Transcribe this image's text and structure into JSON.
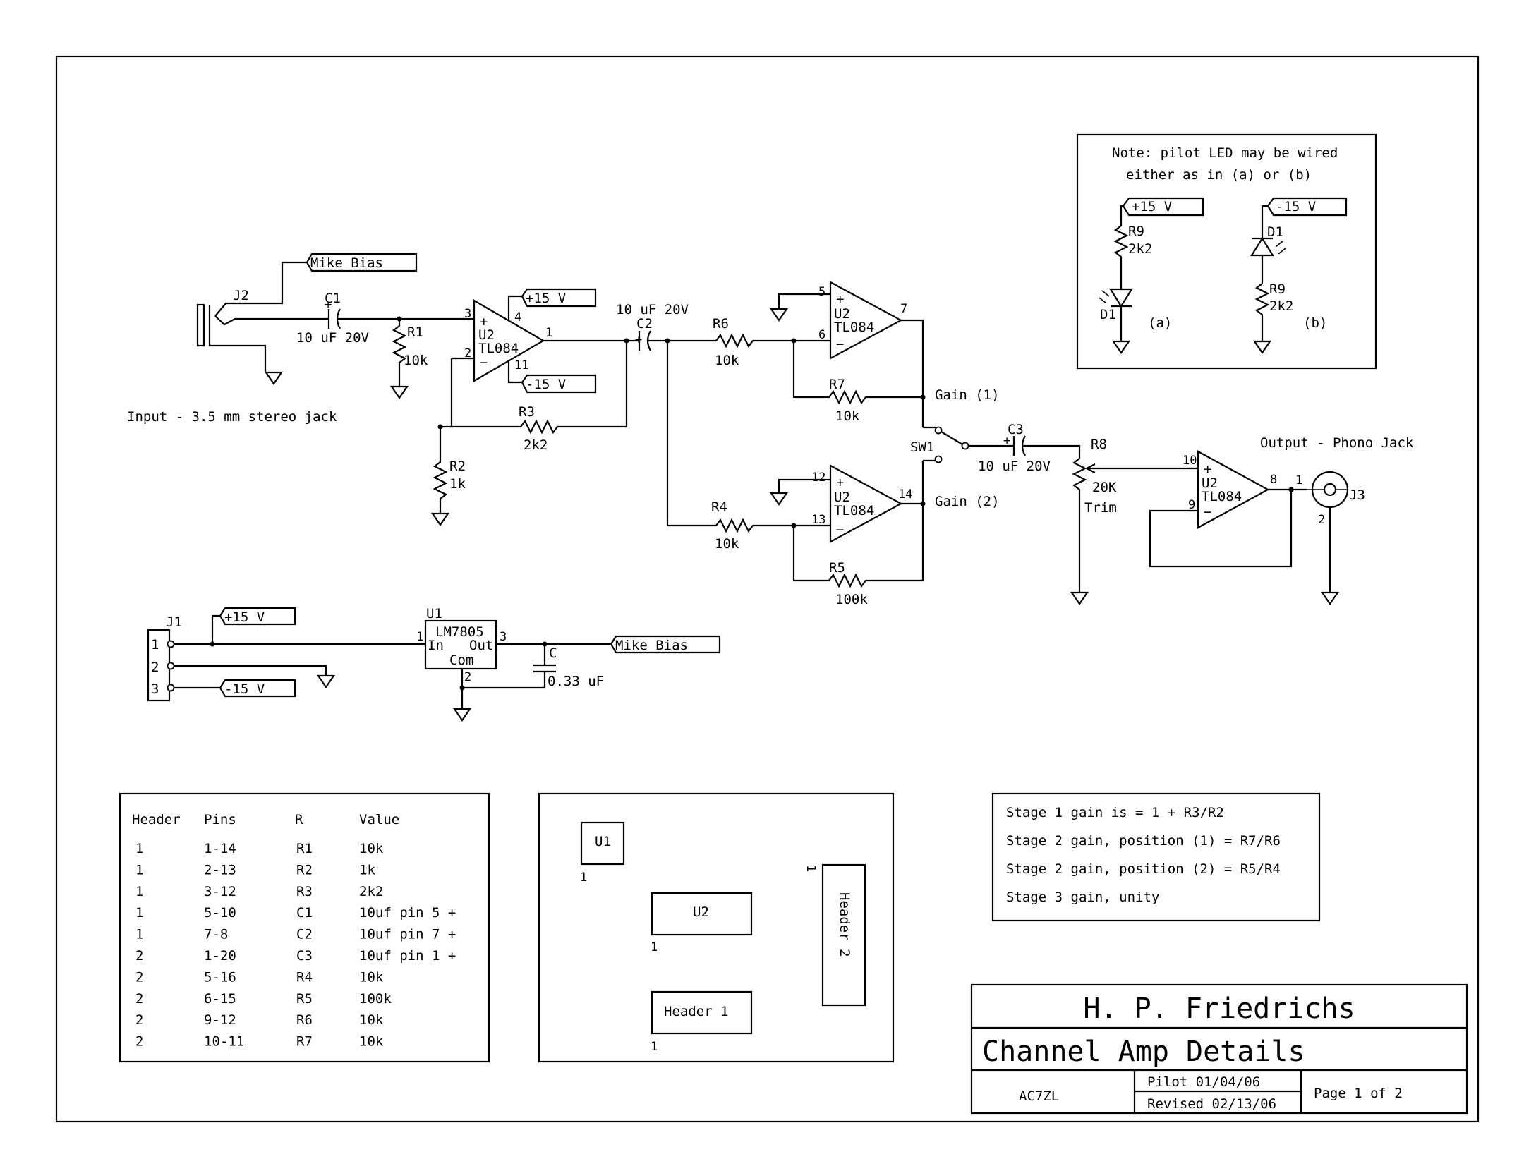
{
  "input": {
    "connector": "J2",
    "caption": "Input - 3.5 mm stereo jack",
    "mike_bias_label": "Mike Bias"
  },
  "components": {
    "C1": {
      "ref": "C1",
      "value": "10 uF 20V"
    },
    "C2": {
      "ref": "C2",
      "value": "10 uF 20V"
    },
    "C3": {
      "ref": "C3",
      "value": "10 uF 20V"
    },
    "C": {
      "ref": "C",
      "value": "0.33 uF"
    },
    "R1": {
      "ref": "R1",
      "value": "10k"
    },
    "R2": {
      "ref": "R2",
      "value": "1k"
    },
    "R3": {
      "ref": "R3",
      "value": "2k2"
    },
    "R4": {
      "ref": "R4",
      "value": "10k"
    },
    "R5": {
      "ref": "R5",
      "value": "100k"
    },
    "R6": {
      "ref": "R6",
      "value": "10k"
    },
    "R7": {
      "ref": "R7",
      "value": "10k"
    },
    "R8": {
      "ref": "R8",
      "value": "20K",
      "note": "Trim"
    },
    "SW1": {
      "ref": "SW1",
      "pos1": "Gain (1)",
      "pos2": "Gain (2)"
    },
    "U1": {
      "ref": "U1",
      "part": "LM7805",
      "in": "In",
      "out": "Out",
      "com": "Com",
      "pin_in": "1",
      "pin_out": "3",
      "pin_com": "2"
    },
    "U2": {
      "ref": "U2",
      "part": "TL084"
    }
  },
  "opamps": {
    "a": {
      "pin_p": "3",
      "pin_n": "2",
      "pin_out": "1",
      "pin_vp": "4",
      "pin_vn": "11"
    },
    "b": {
      "pin_p": "5",
      "pin_n": "6",
      "pin_out": "7"
    },
    "c": {
      "pin_p": "12",
      "pin_n": "13",
      "pin_out": "14"
    },
    "d": {
      "pin_p": "10",
      "pin_n": "9",
      "pin_out": "8"
    }
  },
  "rails": {
    "pos": "+15 V",
    "neg": "-15 V"
  },
  "output": {
    "caption": "Output - Phono Jack",
    "connector": "J3",
    "pin1": "1",
    "pin2": "2"
  },
  "power_header": {
    "ref": "J1",
    "pins": [
      "1",
      "2",
      "3"
    ]
  },
  "symbols": {
    "plus": "+",
    "minus": "−"
  },
  "note": {
    "line1": "Note: pilot LED may be wired",
    "line2": "either as in (a) or (b)",
    "r9": "R9",
    "r9_value": "2k2",
    "d1": "D1",
    "a": "(a)",
    "b": "(b)"
  },
  "header_table": {
    "columns": [
      "Header",
      "Pins",
      "R",
      "Value"
    ],
    "rows": [
      [
        "1",
        "1-14",
        "R1",
        "10k"
      ],
      [
        "1",
        "2-13",
        "R2",
        "1k"
      ],
      [
        "1",
        "3-12",
        "R3",
        "2k2"
      ],
      [
        "1",
        "5-10",
        "C1",
        "10uf pin 5 +"
      ],
      [
        "1",
        "7-8",
        "C2",
        "10uf pin 7 +"
      ],
      [
        "2",
        "1-20",
        "C3",
        "10uf pin 1 +"
      ],
      [
        "2",
        "5-16",
        "R4",
        "10k"
      ],
      [
        "2",
        "6-15",
        "R5",
        "100k"
      ],
      [
        "2",
        "9-12",
        "R6",
        "10k"
      ],
      [
        "2",
        "10-11",
        "R7",
        "10k"
      ]
    ]
  },
  "layout_box": {
    "u1": "U1",
    "u2": "U2",
    "header1": "Header 1",
    "header2": "Header 2",
    "pin1": "1"
  },
  "gain_notes": [
    "Stage 1 gain is = 1 + R3/R2",
    "Stage 2 gain, position (1) = R7/R6",
    "Stage 2 gain, position (2) = R5/R4",
    "Stage 3 gain, unity"
  ],
  "title_block": {
    "author": "H. P. Friedrichs",
    "title": "Channel Amp Details",
    "callsign": "AC7ZL",
    "pilot": "Pilot 01/04/06",
    "revised": "Revised 02/13/06",
    "page": "Page 1 of 2"
  }
}
